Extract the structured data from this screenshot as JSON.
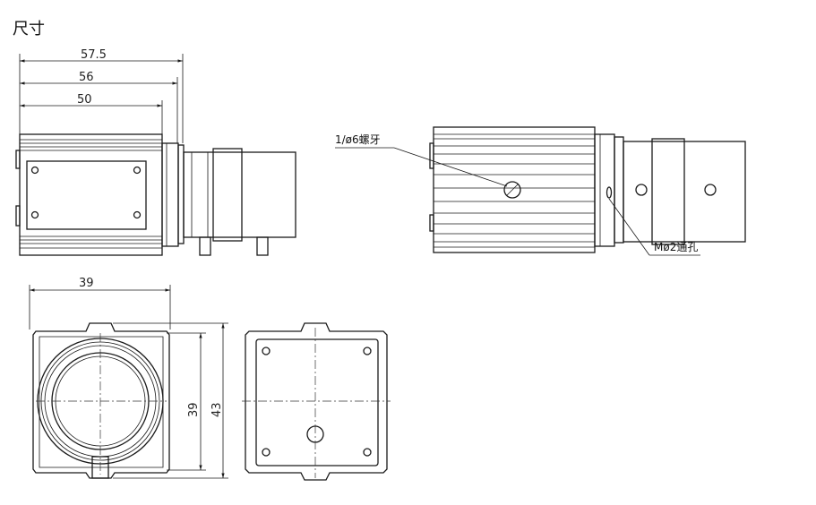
{
  "page": {
    "title": "尺寸"
  },
  "side_view": {
    "dims": {
      "overall": "57.5",
      "mid": "56",
      "body": "50"
    }
  },
  "rear_side_view": {
    "labels": {
      "thread": "1/ø6螺牙",
      "hole": "Mø2通孔"
    }
  },
  "front_view": {
    "dims": {
      "width": "39",
      "inner_height": "39",
      "outer_height": "43"
    }
  }
}
